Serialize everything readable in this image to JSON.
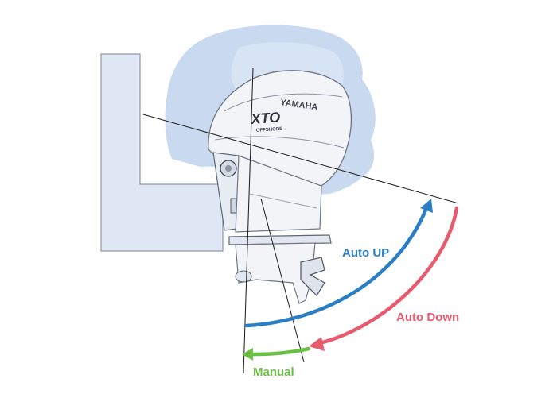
{
  "labels": {
    "auto_up": "Auto UP",
    "auto_down": "Auto Down",
    "manual": "Manual"
  },
  "engine_branding": {
    "brand": "YAMAHA",
    "model": "XTO",
    "model_sub": "OFFSHORE"
  },
  "colors": {
    "auto_up": "#2a7fc4",
    "auto_down": "#e85a6e",
    "manual": "#6abf45",
    "hull": "#dfe7f4",
    "shadow": "#c9d9ef",
    "engine": "#f2f4f8",
    "line": "#1c1c1c"
  },
  "icons": {
    "arrow_up": "arrow-head-up",
    "arrow_down": "arrow-head-down-left",
    "arrow_manual": "arrow-head-left"
  }
}
